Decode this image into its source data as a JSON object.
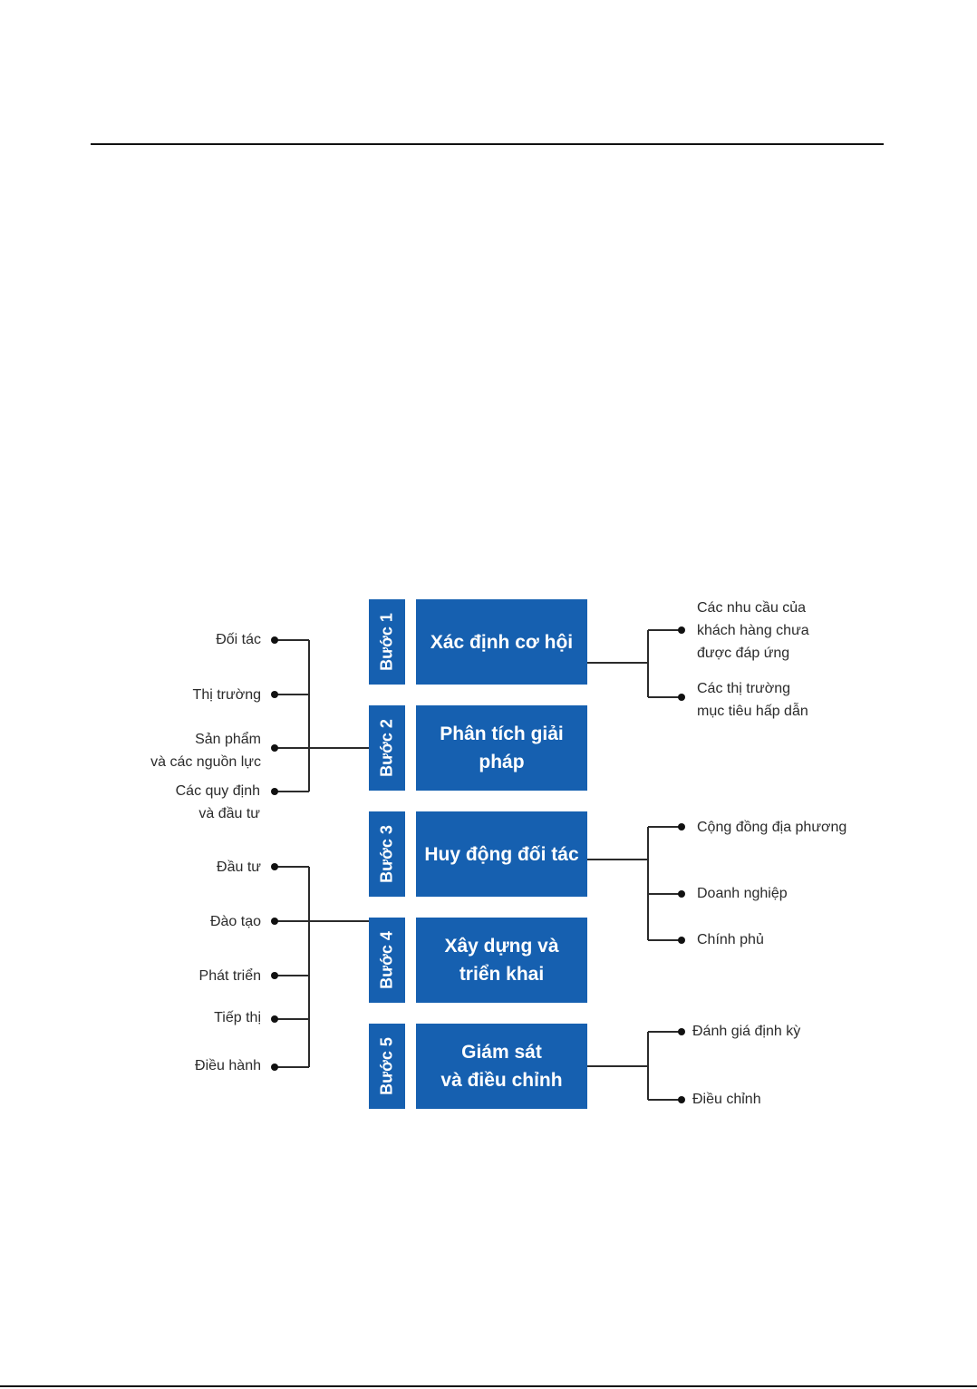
{
  "steps": [
    {
      "tab": "Bước 1",
      "title": "Xác định cơ hội"
    },
    {
      "tab": "Bước 2",
      "title": "Phân tích giải pháp"
    },
    {
      "tab": "Bước 3",
      "title": "Huy động đối tác"
    },
    {
      "tab": "Bước 4",
      "title": "Xây dựng và\ntriển khai"
    },
    {
      "tab": "Bước 5",
      "title": "Giám sát\nvà điều chỉnh"
    }
  ],
  "left_group_1": [
    "Đối tác",
    "Thị trường",
    "Sản phẩm\nvà các nguồn lực",
    "Các quy định\nvà đầu tư"
  ],
  "left_group_2": [
    "Đầu tư",
    "Đào tạo",
    "Phát triển",
    "Tiếp thị",
    "Điều hành"
  ],
  "right_group_1": [
    "Các nhu cầu của\nkhách hàng chưa\nđược đáp ứng",
    "Các thị trường\nmục tiêu hấp dẫn"
  ],
  "right_group_3": [
    "Cộng đồng địa phương",
    "Doanh nghiệp",
    "Chính phủ"
  ],
  "right_group_5": [
    "Đánh giá định kỳ",
    "Điều chỉnh"
  ]
}
